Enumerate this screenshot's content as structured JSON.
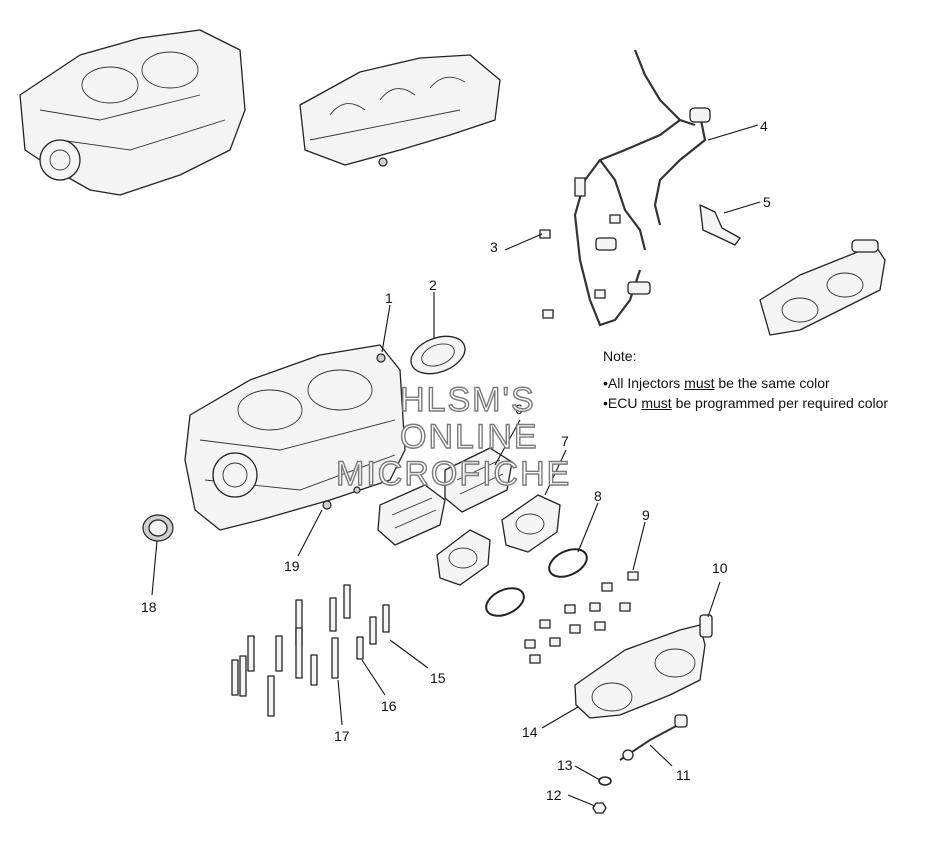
{
  "callouts": [
    "1",
    "2",
    "3",
    "4",
    "5",
    "6",
    "7",
    "8",
    "9",
    "10",
    "11",
    "12",
    "13",
    "14",
    "15",
    "16",
    "17",
    "18",
    "19"
  ],
  "note": {
    "heading": "Note:",
    "line1_pre": "•All Injectors ",
    "line1_emph": "must",
    "line1_post": " be the same color",
    "line2_pre": "•ECU ",
    "line2_emph": "must",
    "line2_post": " be programmed per required color"
  },
  "watermark": {
    "line1": "HLSM'S",
    "line2": "ONLINE",
    "line3": "MICROFICHE"
  }
}
